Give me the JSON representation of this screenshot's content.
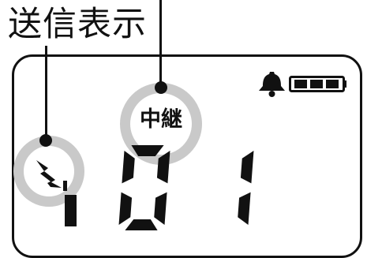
{
  "caption": {
    "text": "送信表示"
  },
  "indicators": {
    "relay_label": "中継",
    "transmit_icon": "transmit-lightning-icon",
    "bell_icon": "bell-icon",
    "battery_icon": "battery-icon",
    "battery_level": 1.0
  },
  "display": {
    "digits": "01"
  },
  "colors": {
    "ink": "#111111",
    "highlight_ring": "#c9c9c9",
    "background": "#ffffff"
  }
}
